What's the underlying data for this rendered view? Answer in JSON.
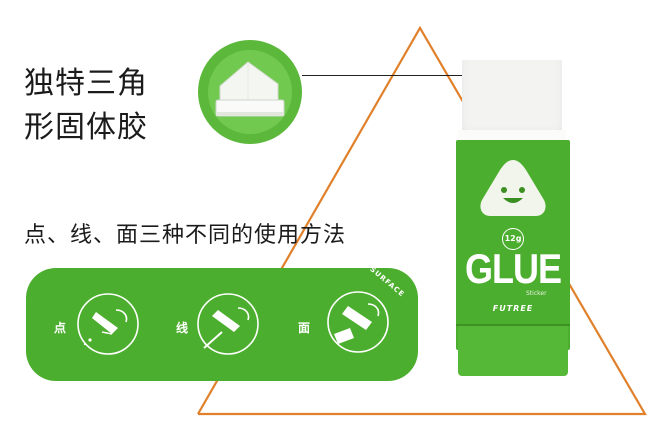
{
  "feature": {
    "title_line1": "独特三角",
    "title_line2": "形固体胶"
  },
  "usage": {
    "heading": "点、线、面三种不同的使用方法",
    "methods": [
      {
        "label": "点"
      },
      {
        "label": "线"
      },
      {
        "label": "面",
        "curved_text": "SURFACE"
      }
    ]
  },
  "product": {
    "weight": "12g",
    "name": "GLUE",
    "sub": "Sticker",
    "brand": "FUTREE"
  },
  "colors": {
    "green": "#4cae2e",
    "triangle": "#e0802a"
  }
}
